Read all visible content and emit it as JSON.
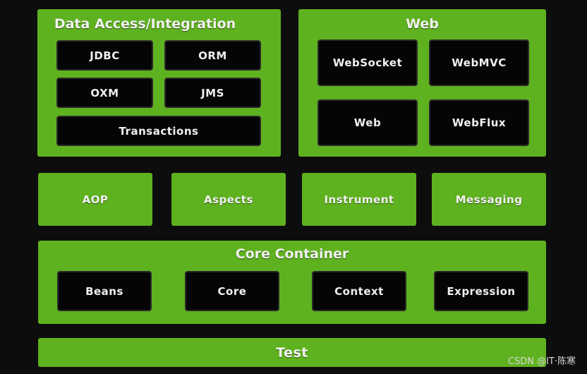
{
  "data_access": {
    "title": "Data Access/Integration",
    "items": [
      "JDBC",
      "ORM",
      "OXM",
      "JMS",
      "Transactions"
    ]
  },
  "web": {
    "title": "Web",
    "items": [
      "WebSocket",
      "WebMVC",
      "Web",
      "WebFlux"
    ]
  },
  "middle": {
    "items": [
      "AOP",
      "Aspects",
      "Instrument",
      "Messaging"
    ]
  },
  "core_container": {
    "title": "Core Container",
    "items": [
      "Beans",
      "Core",
      "Context",
      "Expression"
    ]
  },
  "test": {
    "title": "Test"
  },
  "watermark": "CSDN @IT·陈寒",
  "colors": {
    "background": "#0d0d0d",
    "panel_green": "#5fb21f",
    "tile_black": "#050505",
    "text": "#f2f2f2"
  }
}
